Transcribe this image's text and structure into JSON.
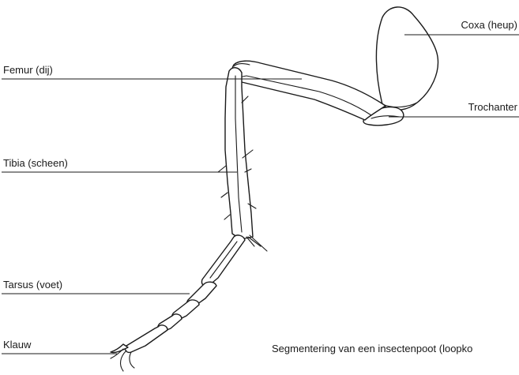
{
  "labels": {
    "coxa": "Coxa (heup)",
    "femur": "Femur (dij)",
    "trochanter": "Trochanter",
    "tibia": "Tibia (scheen)",
    "tarsus": "Tarsus (voet)",
    "klauw": "Klauw"
  },
  "caption": "Segmentering van een insectenpoot (loopko"
}
